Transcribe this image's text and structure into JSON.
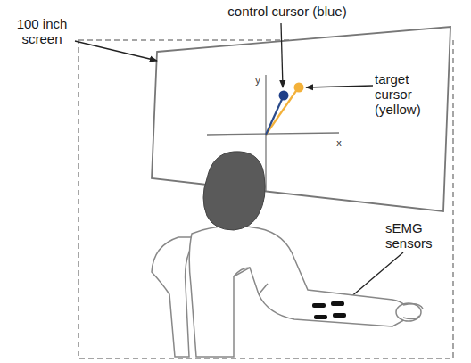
{
  "diagram": {
    "labels": [
      "control cursor (blue)",
      "100 inch screen",
      "target cursor (yellow)",
      "y",
      "x",
      "sEMG sensors"
    ]
  }
}
